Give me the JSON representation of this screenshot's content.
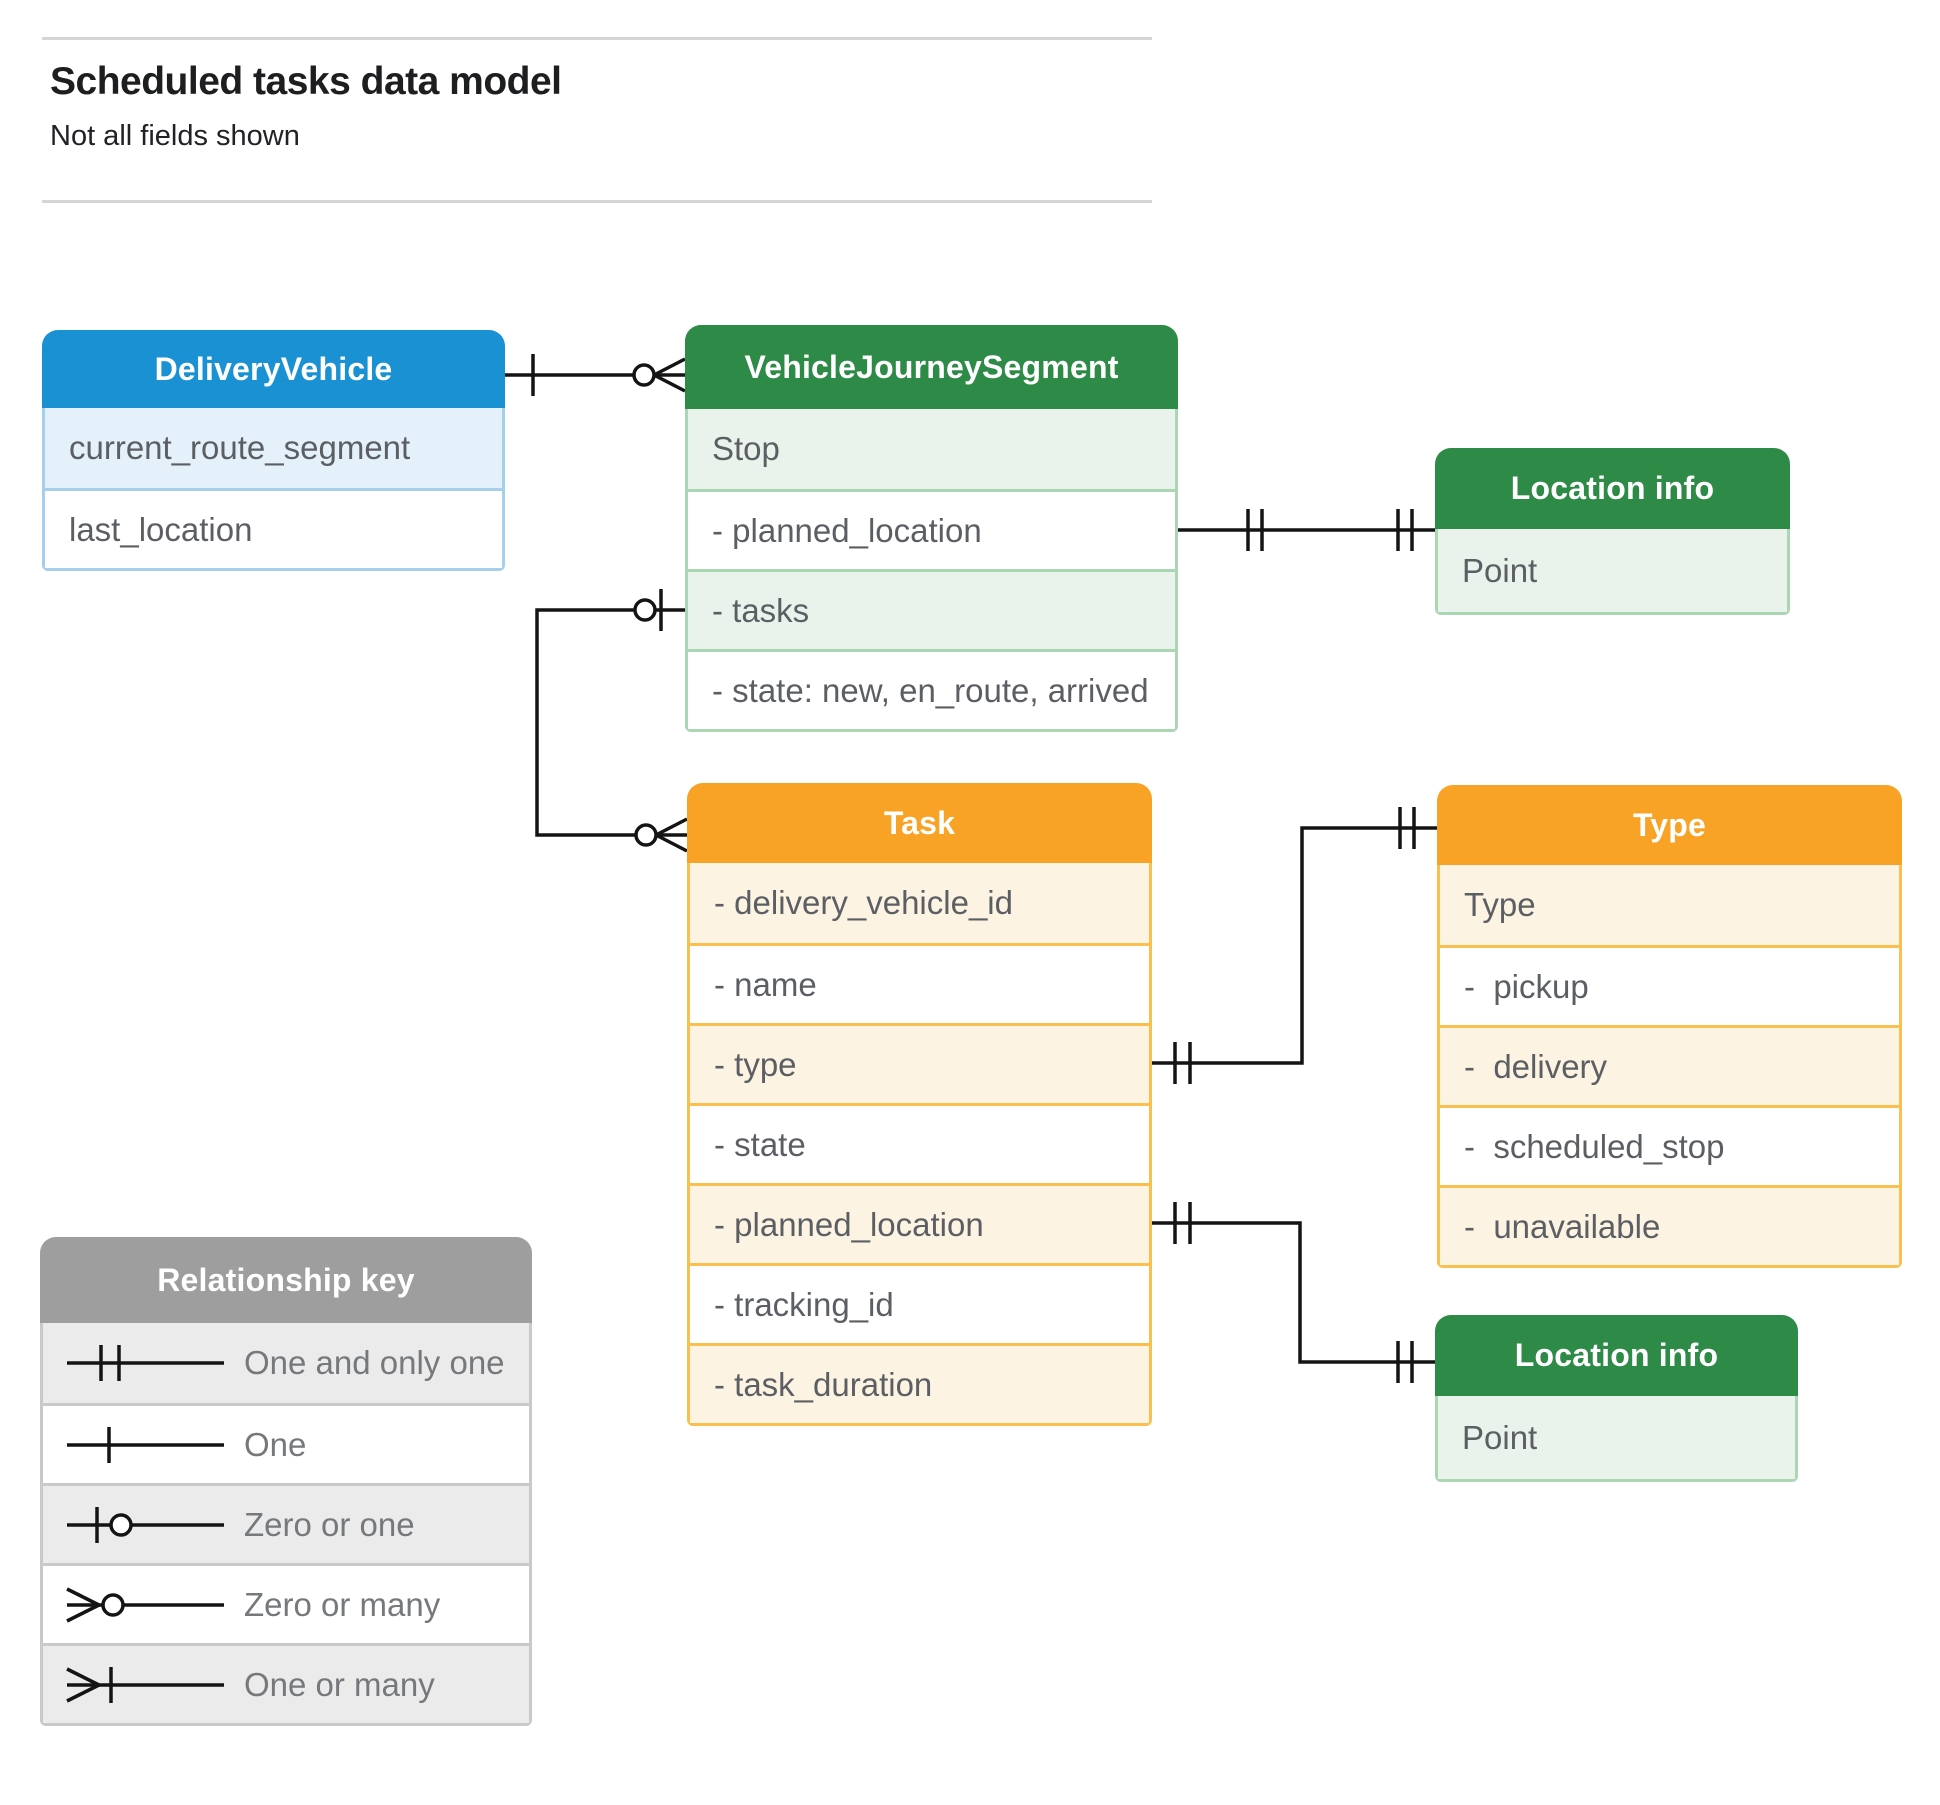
{
  "page": {
    "title": "Scheduled tasks data model",
    "subtitle": "Not all fields shown"
  },
  "colors": {
    "blue_header": "#1A91D2",
    "blue_border": "#A5CFEC",
    "blue_tint": "#E4F1FB",
    "green_header": "#2E8A47",
    "green_border": "#ABD6B4",
    "green_tint": "#E9F3EB",
    "orange_header": "#F8A325",
    "orange_border": "#F9C050",
    "orange_tint": "#FDF3E2",
    "gray_header": "#9E9E9E",
    "gray_border": "#C9C9C9",
    "gray_tint": "#EBEBEB",
    "connector": "#141414"
  },
  "entities": {
    "delivery_vehicle": {
      "title": "DeliveryVehicle",
      "rows": [
        "current_route_segment",
        "last_location"
      ]
    },
    "vehicle_journey_segment": {
      "title": "VehicleJourneySegment",
      "rows": [
        "Stop",
        "- planned_location",
        "- tasks",
        "- state: new, en_route, arrived"
      ]
    },
    "location_info_top": {
      "title": "Location info",
      "rows": [
        "Point"
      ]
    },
    "task": {
      "title": "Task",
      "rows": [
        "- delivery_vehicle_id",
        "- name",
        "- type",
        "- state",
        "- planned_location",
        "- tracking_id",
        "- task_duration"
      ]
    },
    "type": {
      "title": "Type",
      "rows": [
        "Type",
        "-  pickup",
        "-  delivery",
        "-  scheduled_stop",
        "-  unavailable"
      ]
    },
    "location_info_bottom": {
      "title": "Location info",
      "rows": [
        "Point"
      ]
    }
  },
  "legend": {
    "title": "Relationship key",
    "items": [
      {
        "symbol": "one-and-only-one",
        "label": "One and only one"
      },
      {
        "symbol": "one",
        "label": "One"
      },
      {
        "symbol": "zero-or-one",
        "label": "Zero or one"
      },
      {
        "symbol": "zero-or-many",
        "label": "Zero or many"
      },
      {
        "symbol": "one-or-many",
        "label": "One or many"
      }
    ]
  }
}
